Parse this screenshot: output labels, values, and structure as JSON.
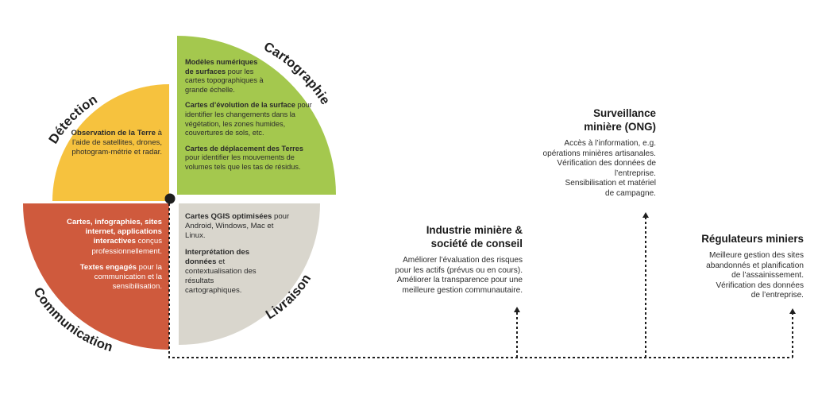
{
  "quadrants": {
    "detection": {
      "label": "Détection",
      "color": "#f6c23e",
      "bold": "Observation de la Terre",
      "text": " à l’aide de satellites, drones, photogram-métrie et radar."
    },
    "cartographie": {
      "label": "Cartographie",
      "color": "#a4c84e",
      "items": [
        {
          "bold": "Modèles numériques de surfaces",
          "text": " pour les cartes topographiques à grande échelle."
        },
        {
          "bold": "Cartes d’évolution de la surface",
          "text": " pour identifier les changements dans la végétation, les zones humides, couvertures de sols, etc."
        },
        {
          "bold": "Cartes de déplacement des Terres",
          "text": " pour identifier les mouvements de volumes tels que les tas de résidus."
        }
      ]
    },
    "communication": {
      "label": "Communication",
      "color": "#cf5a3d",
      "items": [
        {
          "bold": "Cartes, infographies, sites internet, applications interactives",
          "text": " conçus professionnellement."
        },
        {
          "bold": "Textes engagés",
          "text": " pour la communication et la sensibilisation."
        }
      ]
    },
    "livraison": {
      "label": "Livraison",
      "color": "#d9d6cd",
      "items": [
        {
          "bold": "Cartes QGIS optimisées",
          "text": " pour Android, Windows, Mac et Linux."
        },
        {
          "bold": "Interprétation des données",
          "text": " et contextualisation des résultats cartographiques."
        }
      ]
    }
  },
  "stakeholders": [
    {
      "title": "Industrie minière & société de conseil",
      "lines": [
        "Améliorer l’évaluation des risques",
        "pour les actifs (prévus ou en cours).",
        "Améliorer la transparence pour une",
        "meilleure gestion communautaire."
      ]
    },
    {
      "title": "Surveillance minière (ONG)",
      "lines": [
        "Accès à l’information, e.g.",
        "opérations minières artisanales.",
        "Vérification des données de",
        "l’entreprise.",
        "Sensibilisation et matériel",
        "de campagne."
      ]
    },
    {
      "title": "Régulateurs miniers",
      "lines": [
        "Meilleure gestion des sites",
        "abandonnés et planification",
        "de l’assainissement.",
        "Vérification des données",
        "de l’entreprise."
      ]
    }
  ]
}
